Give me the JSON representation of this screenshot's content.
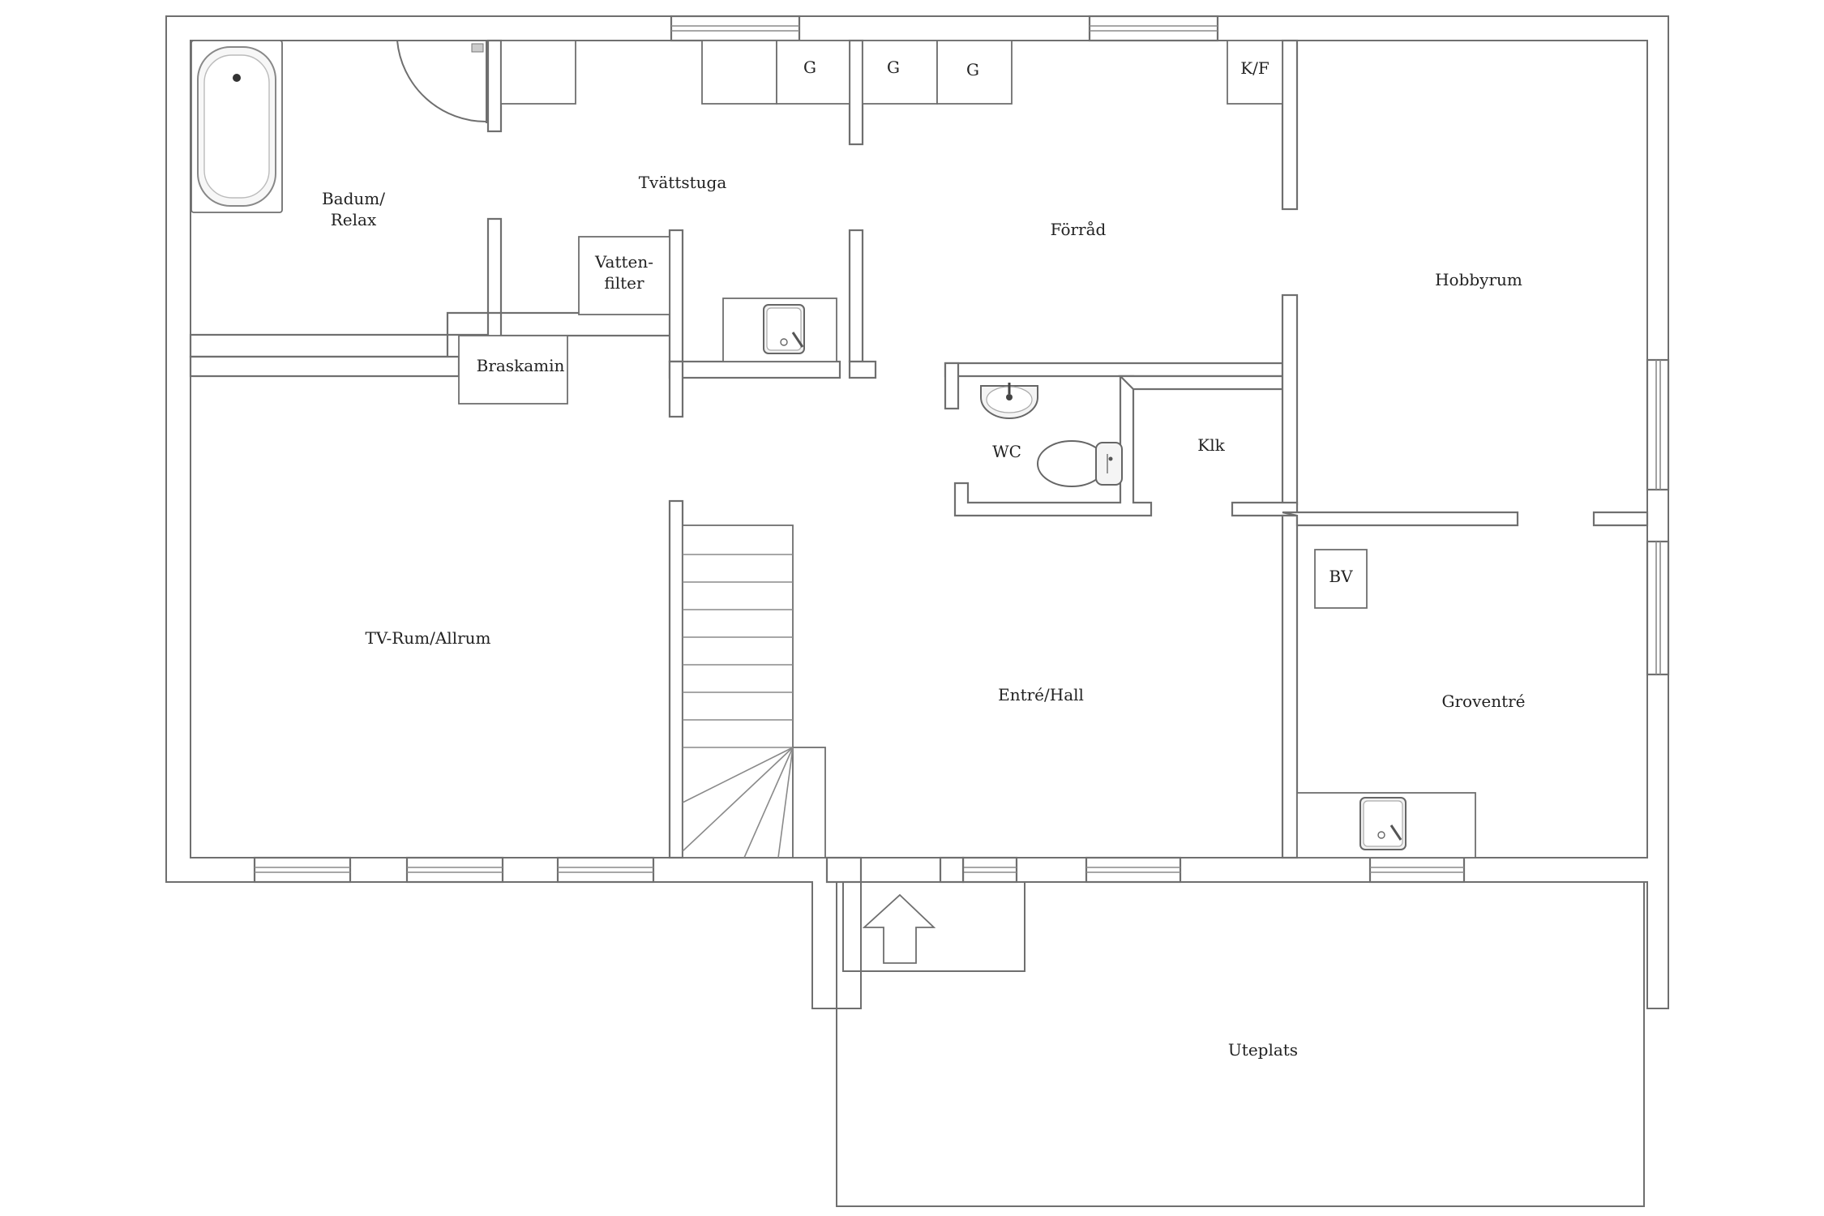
{
  "rooms": {
    "badum_line1": "Badum/",
    "badum_line2": "Relax",
    "tvattstuga": "Tvättstuga",
    "vatten_line1": "Vatten-",
    "vatten_line2": "filter",
    "braskamin": "Braskamin",
    "forrad": "Förråd",
    "hobbyrum": "Hobbyrum",
    "wc": "WC",
    "klk": "Klk",
    "tv_rum": "TV-Rum/Allrum",
    "entre": "Entré/Hall",
    "bv": "BV",
    "groventre": "Groventré",
    "uteplats": "Uteplats"
  },
  "appliances": {
    "g1": "G",
    "g2": "G",
    "g3": "G",
    "kf": "K/F"
  },
  "colors": {
    "wall": "#6f6f6f",
    "background": "#ffffff",
    "text": "#222222"
  }
}
